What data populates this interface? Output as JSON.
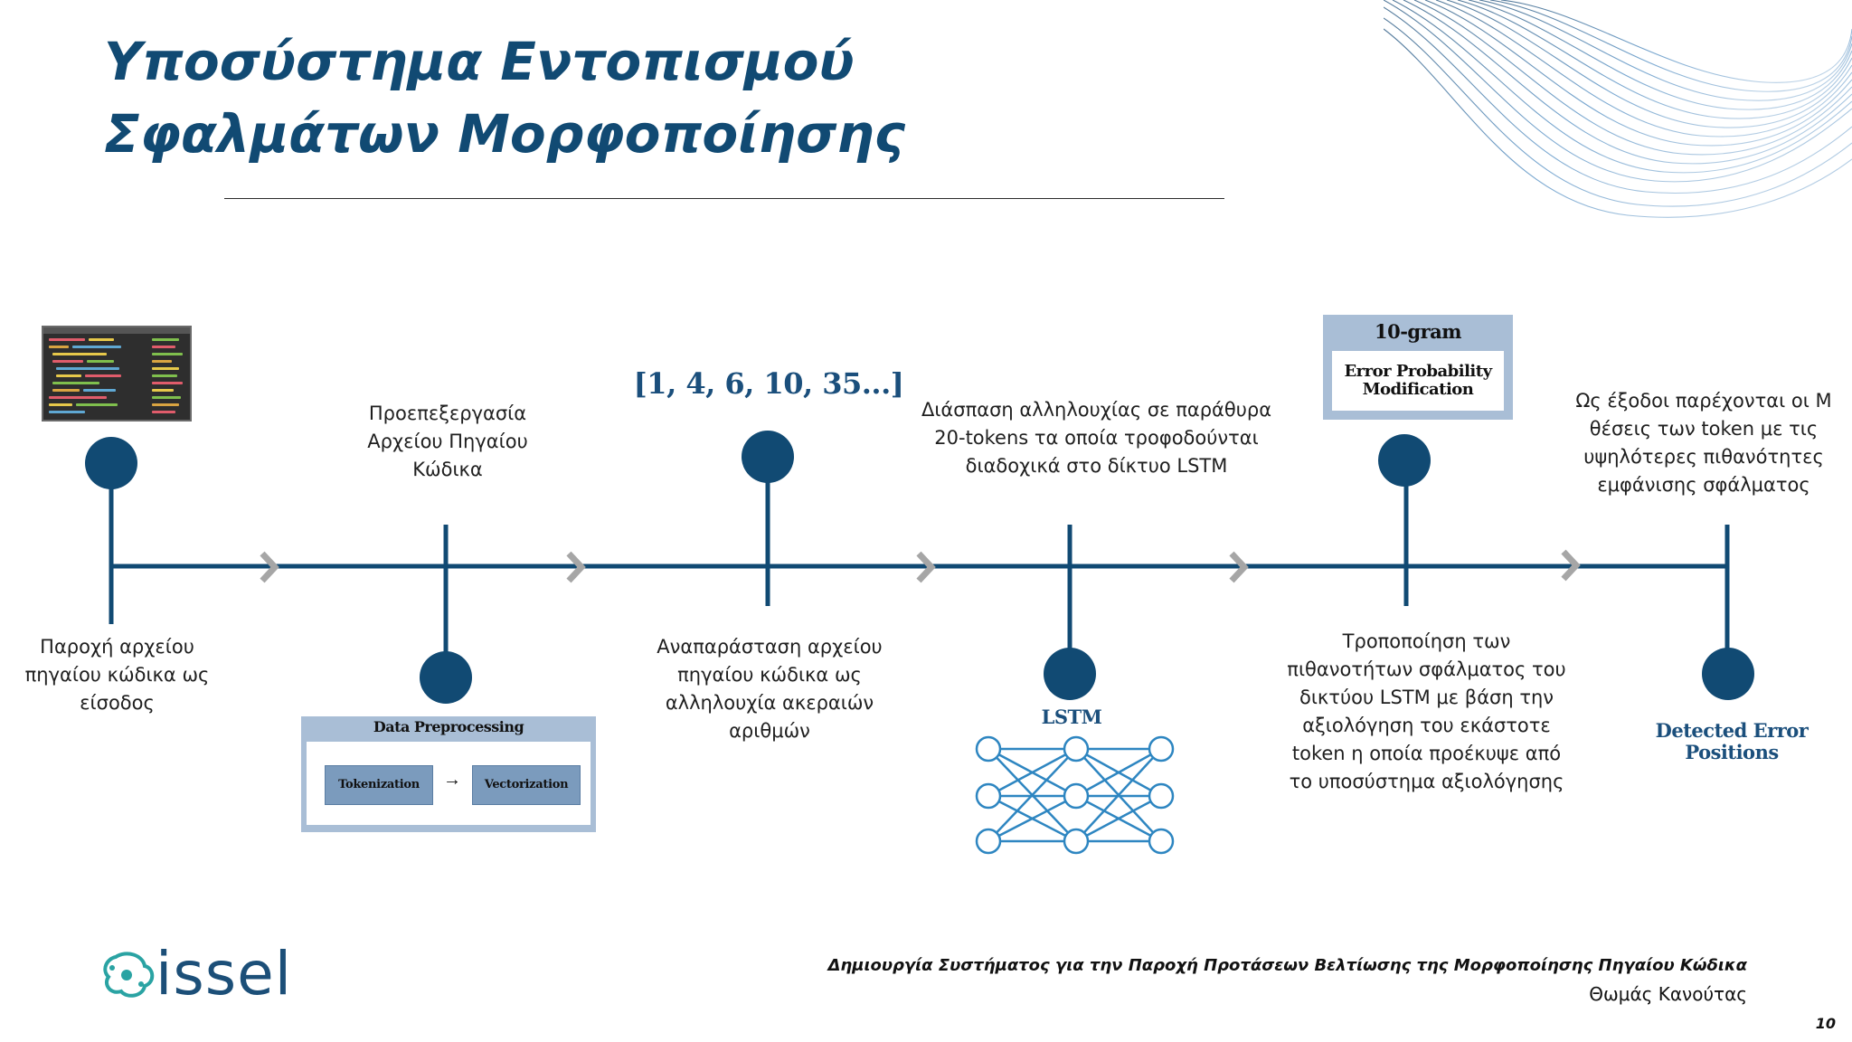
{
  "slide": {
    "title": "Υποσύστημα Εντοπισμού Σφαλμάτων Μορφοποίησης",
    "page_number": "10"
  },
  "steps": {
    "input": {
      "text": "Παροχή αρχείου πηγαίου κώδικα ως είσοδος"
    },
    "preprocessing": {
      "text": "Προεπεξεργασία Αρχείου Πηγαίου Κώδικα",
      "box_title": "Data Preprocessing",
      "chip_1": "Tokenization",
      "chip_2": "Vectorization",
      "arrow": "→"
    },
    "representation": {
      "sequence": "[1, 4, 6, 10, 35...]",
      "text": "Αναπαράσταση αρχείου πηγαίου κώδικα ως αλληλουχία ακεραιών αριθμών"
    },
    "windowing": {
      "text": "Διάσπαση αλληλουχίας σε παράθυρα 20-tokens τα οποία τροφοδούνται διαδοχικά στο δίκτυο LSTM",
      "network_label": "LSTM"
    },
    "modification": {
      "box_title": "10-gram",
      "box_inner": "Error Probability Modification",
      "text": "Τροποποίηση των πιθανοτήτων σφάλματος του δικτύου LSTM με βάση την αξιολόγηση του εκάστοτε token η οποία προέκυψε από το υποσύστημα αξιολόγησης"
    },
    "output": {
      "text": "Ως έξοδοι παρέχονται οι M θέσεις των token με τις υψηλότερες πιθανότητες εμφάνισης σφάλματος",
      "label": "Detected Error Positions"
    }
  },
  "footer": {
    "logo_text": "issel",
    "thesis_title": "Δημιουργία Συστήματος για την Παροχή Προτάσεων Βελτίωσης της Μορφοποίησης Πηγαίου Κώδικα",
    "author": "Θωμάς Κανούτας"
  },
  "colors": {
    "primary": "#114a73",
    "node": "#114a73",
    "box_fill": "#a9bed6",
    "chip_fill": "#7b9bbd",
    "chevron": "#a6a6a6",
    "network": "#2e86c1",
    "logo_accent": "#2aa3a3"
  },
  "icons": {
    "code_thumbnail": "source-code-screenshot",
    "network": "neural-network-icon",
    "logo": "issel-logo-icon",
    "wave": "decorative-wave"
  }
}
